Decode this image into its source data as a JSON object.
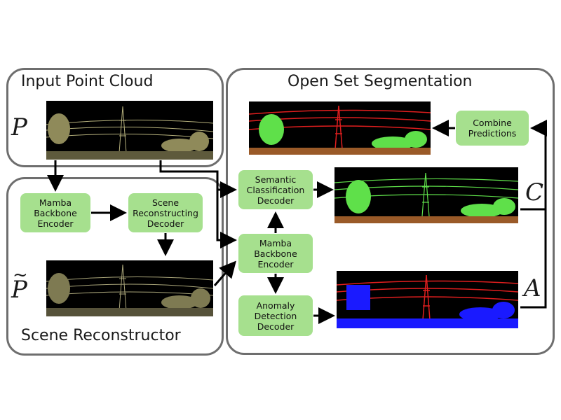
{
  "panels": {
    "input": "Input Point Cloud",
    "open_set": "Open Set Segmentation",
    "reconstructor": "Scene Reconstructor"
  },
  "symbols": {
    "p": "P",
    "c": "C",
    "a": "A"
  },
  "blocks": {
    "mamba_encoder_left": "Mamba\nBackbone\nEncoder",
    "scene_decoder": "Scene\nReconstructing\nDecoder",
    "semantic_decoder": "Semantic\nClassification\nDecoder",
    "mamba_encoder_right": "Mamba\nBackbone\nEncoder",
    "anomaly_decoder": "Anomaly\nDetection\nDecoder",
    "combine": "Combine\nPredictions"
  },
  "colors": {
    "block_fill": "#a6e08e",
    "panel_border": "#6e6e6e",
    "raw_cloud": "#c9c48a",
    "semantic_wire": "#d9d9a0",
    "semantic_vegetation": "#5fe04a",
    "semantic_ground": "#9a5a28",
    "combined_wire": "#e01e1e",
    "anomaly_blue": "#1a1aff"
  }
}
